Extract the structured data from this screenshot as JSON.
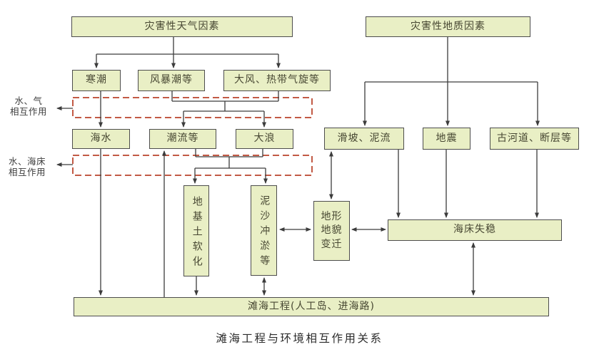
{
  "caption": "滩海工程与环境相互作用关系",
  "colors": {
    "box_fill": "#e9efc5",
    "box_border": "#4d4d4d",
    "box_text": "#474732",
    "dashed_zone": "#c25a45",
    "connector": "#3c3c3c",
    "background": "#ffffff"
  },
  "nodes": {
    "weather_factors": "灾害性天气因素",
    "geological_factors": "灾害性地质因素",
    "cold_wave": "寒潮",
    "storm_surge": "风暴潮等",
    "strong_wind": "大风、热带气旋等",
    "seawater": "海水",
    "tidal_current": "潮流等",
    "big_waves": "大浪",
    "landslide": "滑坡、泥流",
    "earthquake": "地震",
    "paleochannel": "古河道、断层等",
    "foundation_softening": "地基土软化",
    "sediment_erosion": "泥沙冲淤等",
    "topography_change": "地形地貌变迁",
    "seabed_instability": "海床失稳",
    "coastal_engineering": "滩海工程(人工岛、进海路)"
  },
  "zone_labels": {
    "water_air": {
      "line1": "水、气",
      "line2": "相互作用"
    },
    "water_seabed": {
      "line1": "水、海床",
      "line2": "相互作用"
    }
  }
}
